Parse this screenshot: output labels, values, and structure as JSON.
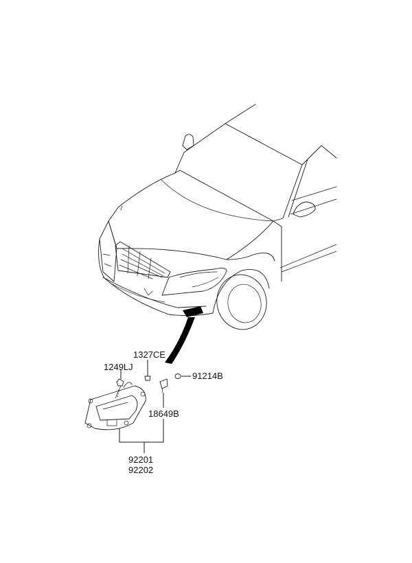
{
  "parts": {
    "bolt_1249lj": "1249LJ",
    "clip_1327ce": "1327CE",
    "grommet_91214b": "91214B",
    "bulb_18649b": "18649B",
    "fog_lamp_lh": "92201",
    "fog_lamp_rh": "92202"
  },
  "colors": {
    "line": "#1a1a1a",
    "callout_band": "#000000",
    "background": "#ffffff"
  }
}
